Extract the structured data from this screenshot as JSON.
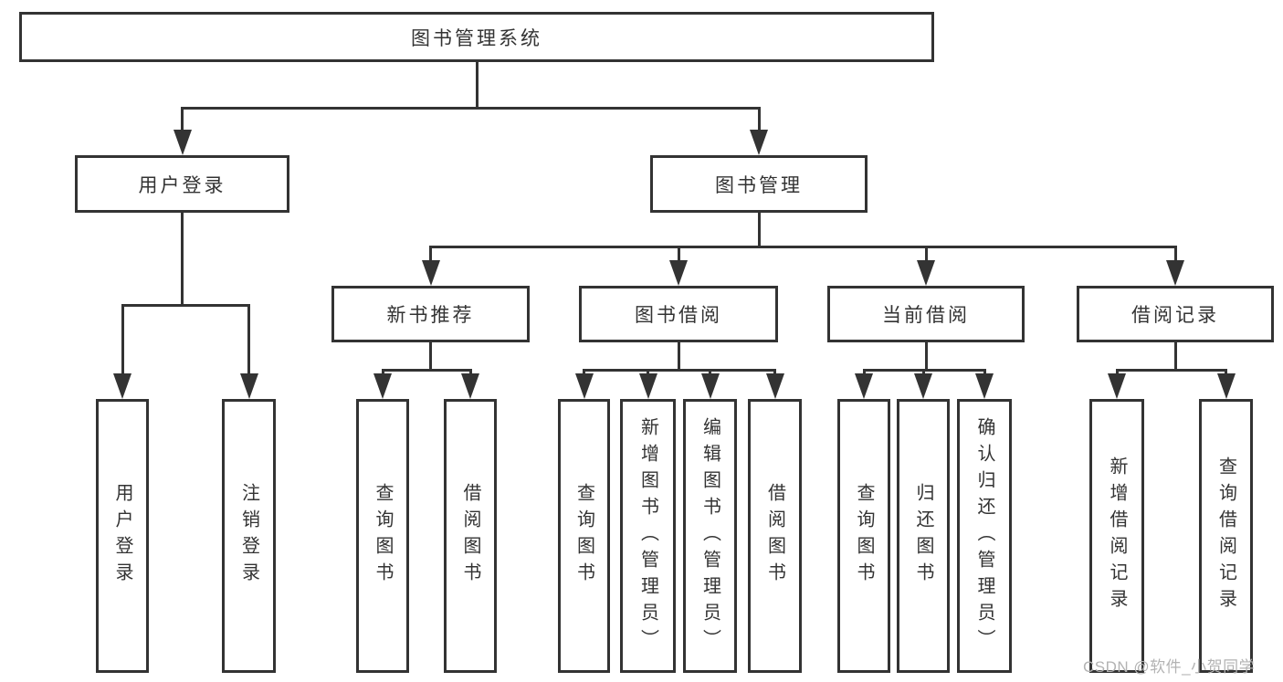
{
  "diagram": {
    "title": "图书管理系统",
    "watermark": "CSDN @软件_小贺同学",
    "colors": {
      "line": "#333333",
      "box_border": "#333333",
      "text": "#333333",
      "watermark": "#b3b3b3",
      "background": "#ffffff"
    },
    "nodes": [
      {
        "id": "root",
        "label": "图书管理系统",
        "orientation": "horizontal"
      },
      {
        "id": "user-login",
        "label": "用户登录",
        "orientation": "horizontal"
      },
      {
        "id": "book-management",
        "label": "图书管理",
        "orientation": "horizontal"
      },
      {
        "id": "new-book-recommend",
        "label": "新书推荐",
        "orientation": "horizontal"
      },
      {
        "id": "book-borrowing",
        "label": "图书借阅",
        "orientation": "horizontal"
      },
      {
        "id": "current-borrowing",
        "label": "当前借阅",
        "orientation": "horizontal"
      },
      {
        "id": "borrowing-records",
        "label": "借阅记录",
        "orientation": "horizontal"
      },
      {
        "id": "leaf-user-login",
        "label": "用户登录",
        "orientation": "vertical"
      },
      {
        "id": "leaf-logout",
        "label": "注销登录",
        "orientation": "vertical"
      },
      {
        "id": "leaf-query-books-recommend",
        "label": "查询图书",
        "orientation": "vertical"
      },
      {
        "id": "leaf-borrow-books-recommend",
        "label": "借阅图书",
        "orientation": "vertical"
      },
      {
        "id": "leaf-query-books-borrowing",
        "label": "查询图书",
        "orientation": "vertical"
      },
      {
        "id": "leaf-add-books-admin",
        "label": "新增图书（管理员）",
        "orientation": "vertical"
      },
      {
        "id": "leaf-edit-books-admin",
        "label": "编辑图书（管理员）",
        "orientation": "vertical"
      },
      {
        "id": "leaf-borrow-books-borrowing",
        "label": "借阅图书",
        "orientation": "vertical"
      },
      {
        "id": "leaf-query-books-current",
        "label": "查询图书",
        "orientation": "vertical"
      },
      {
        "id": "leaf-return-books",
        "label": "归还图书",
        "orientation": "vertical"
      },
      {
        "id": "leaf-confirm-return-admin",
        "label": "确认归还（管理员）",
        "orientation": "vertical"
      },
      {
        "id": "leaf-add-borrow-record",
        "label": "新增借阅记录",
        "orientation": "vertical"
      },
      {
        "id": "leaf-query-borrow-record",
        "label": "查询借阅记录",
        "orientation": "vertical"
      }
    ],
    "edges": [
      {
        "from": "root",
        "to": [
          "user-login",
          "book-management"
        ]
      },
      {
        "from": "user-login",
        "to": [
          "leaf-user-login",
          "leaf-logout"
        ]
      },
      {
        "from": "book-management",
        "to": [
          "new-book-recommend",
          "book-borrowing",
          "current-borrowing",
          "borrowing-records"
        ]
      },
      {
        "from": "new-book-recommend",
        "to": [
          "leaf-query-books-recommend",
          "leaf-borrow-books-recommend"
        ]
      },
      {
        "from": "book-borrowing",
        "to": [
          "leaf-query-books-borrowing",
          "leaf-add-books-admin",
          "leaf-edit-books-admin",
          "leaf-borrow-books-borrowing"
        ]
      },
      {
        "from": "current-borrowing",
        "to": [
          "leaf-query-books-current",
          "leaf-return-books",
          "leaf-confirm-return-admin"
        ]
      },
      {
        "from": "borrowing-records",
        "to": [
          "leaf-add-borrow-record",
          "leaf-query-borrow-record"
        ]
      }
    ]
  }
}
